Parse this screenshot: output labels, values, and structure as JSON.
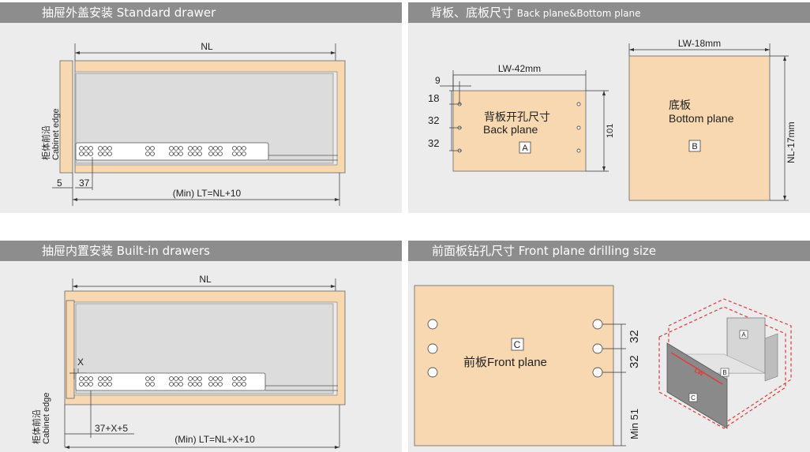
{
  "panels": {
    "standard": {
      "title": "抽屉外盖安装  Standard drawer",
      "nl": "NL",
      "edge_cn": "柜体前沿",
      "edge_en": "Cabinet edge",
      "dim_5": "5",
      "dim_37": "37",
      "lt": "(Min) LT=NL+10"
    },
    "back_bottom": {
      "title": "背板、底板尺寸",
      "title_en": "Back plane&Bottom plane",
      "lw42": "LW-42mm",
      "lw18": "LW-18mm",
      "d9": "9",
      "d18": "18",
      "d32a": "32",
      "d32b": "32",
      "d101": "101",
      "nl17": "NL-17mm",
      "back_cn": "背板开孔尺寸",
      "back_en": "Back plane",
      "label_a": "A",
      "bottom_cn": "底板",
      "bottom_en": "Bottom plane",
      "label_b": "B"
    },
    "builtin": {
      "title": "抽屉内置安装  Built-in drawers",
      "nl": "NL",
      "x": "X",
      "edge_cn": "柜体前沿",
      "edge_en": "Cabinet edge",
      "dim_37x5": "37+X+5",
      "lt": "(Min) LT=NL+X+10"
    },
    "front": {
      "title": "前面板钻孔尺寸   Front plane drilling size",
      "label_c": "C",
      "front_text": "前板Front  plane",
      "d32a": "32",
      "d32b": "32",
      "min51": "Min 51",
      "iso_a": "A",
      "iso_b": "B",
      "iso_c": "C",
      "iso_lw": "LW"
    }
  },
  "colors": {
    "header_bar": "#8d8d8d",
    "panel_bg": "#ececec",
    "wood": "#f7d8b0",
    "drawer_box": "#dcdcdc",
    "dash_red": "#e03a3a"
  }
}
